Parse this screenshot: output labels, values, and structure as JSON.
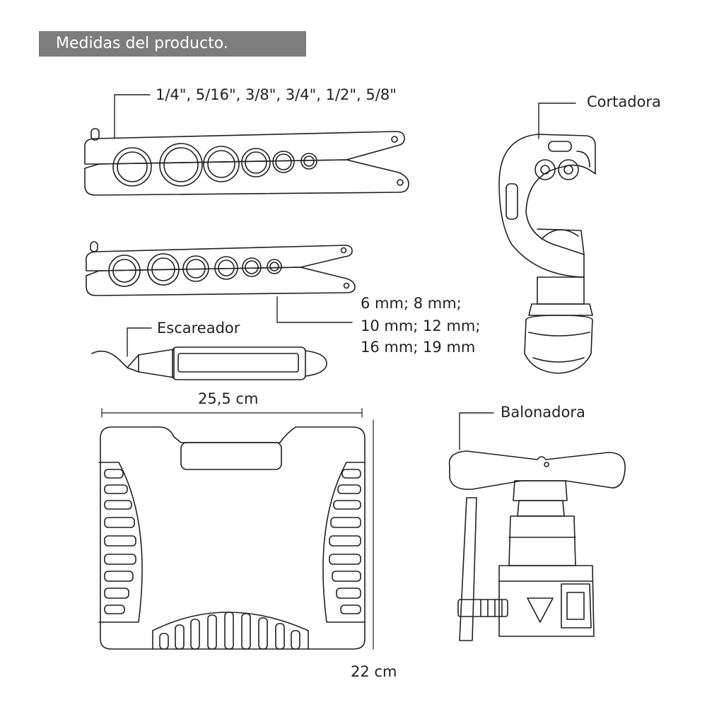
{
  "header": {
    "title": "Medidas del producto."
  },
  "flaring_bar_large": {
    "sizes_label": "1/4\", 5/16\", 3/8\", 3/4\", 1/2\", 5/8\""
  },
  "flaring_bar_small": {
    "sizes_lines": [
      "6 mm; 8 mm;",
      "10 mm; 12 mm;",
      "16 mm; 19 mm"
    ]
  },
  "reamer": {
    "label": "Escareador"
  },
  "cutter": {
    "label": "Cortadora"
  },
  "case": {
    "width_label": "25,5 cm",
    "height_label": "22 cm"
  },
  "flaring_tool": {
    "label": "Balonadora"
  }
}
